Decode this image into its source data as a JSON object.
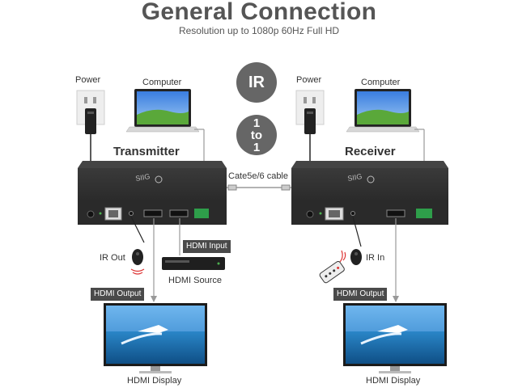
{
  "header": {
    "title": "General Connection",
    "subtitle": "Resolution up to 1080p 60Hz Full HD"
  },
  "badges": {
    "ir": "IR",
    "one_to_one_top": "1",
    "one_to_one_mid": "to",
    "one_to_one_bottom": "1"
  },
  "transmitter": {
    "heading": "Transmitter",
    "power_label": "Power",
    "computer_label": "Computer",
    "ir_out_label": "IR Out",
    "hdmi_output_tag": "HDMI Output",
    "hdmi_input_tag": "HDMI Input",
    "hdmi_source_label": "HDMI Source",
    "display_label": "HDMI Display"
  },
  "receiver": {
    "heading": "Receiver",
    "power_label": "Power",
    "computer_label": "Computer",
    "ir_in_label": "IR In",
    "hdmi_output_tag": "HDMI Output",
    "display_label": "HDMI Display"
  },
  "cable_label": "Cate5e/6 cable",
  "colors": {
    "device_body": "#2b2b2b",
    "badge": "#666666",
    "tag": "#4a4a4a",
    "screen_sky": "#3b8fd8",
    "screen_sea": "#1e6fa8"
  }
}
